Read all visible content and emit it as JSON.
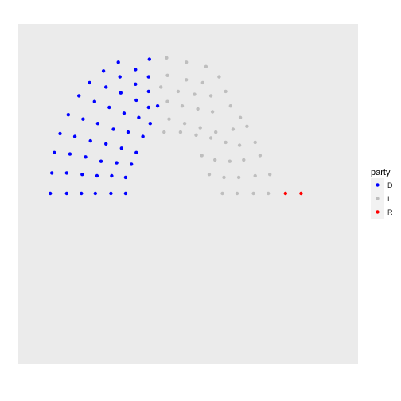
{
  "chart_data": {
    "type": "scatter",
    "title": "",
    "xlabel": "",
    "ylabel": "",
    "axes_visible": false,
    "grid": false,
    "panel_background": "#EBEBEB",
    "legend": {
      "title": "party",
      "position": "right",
      "items": [
        {
          "label": "D",
          "color": "#0000FF"
        },
        {
          "label": "I",
          "color": "#BEBEBE"
        },
        {
          "label": "R",
          "color": "#FF0000"
        }
      ]
    },
    "xlim": [
      -1.05,
      1.05
    ],
    "ylim": [
      -1.05,
      1.05
    ],
    "series": [
      {
        "name": "D",
        "color": "#0000FF",
        "points": [
          [
            -0.94,
            0.0
          ],
          [
            -0.74,
            0.0
          ],
          [
            -0.56,
            0.0
          ],
          [
            -0.39,
            0.0
          ],
          [
            -0.2,
            0.0
          ],
          [
            -0.02,
            0.0
          ],
          [
            -0.92,
            0.14
          ],
          [
            -0.74,
            0.14
          ],
          [
            -0.55,
            0.13
          ],
          [
            -0.37,
            0.12
          ],
          [
            -0.19,
            0.12
          ],
          [
            -0.02,
            0.11
          ],
          [
            -0.89,
            0.28
          ],
          [
            -0.7,
            0.27
          ],
          [
            -0.51,
            0.25
          ],
          [
            -0.32,
            0.22
          ],
          [
            -0.13,
            0.21
          ],
          [
            0.05,
            0.2
          ],
          [
            -0.82,
            0.41
          ],
          [
            -0.64,
            0.39
          ],
          [
            -0.45,
            0.36
          ],
          [
            -0.26,
            0.34
          ],
          [
            -0.07,
            0.31
          ],
          [
            0.11,
            0.28
          ],
          [
            -0.72,
            0.54
          ],
          [
            -0.54,
            0.51
          ],
          [
            -0.36,
            0.48
          ],
          [
            -0.17,
            0.44
          ],
          [
            0.01,
            0.42
          ],
          [
            0.19,
            0.39
          ],
          [
            -0.59,
            0.67
          ],
          [
            -0.4,
            0.63
          ],
          [
            -0.22,
            0.59
          ],
          [
            -0.04,
            0.55
          ],
          [
            0.14,
            0.52
          ],
          [
            0.28,
            0.48
          ],
          [
            -0.46,
            0.76
          ],
          [
            -0.26,
            0.73
          ],
          [
            -0.08,
            0.69
          ],
          [
            0.11,
            0.64
          ],
          [
            0.26,
            0.59
          ],
          [
            -0.29,
            0.84
          ],
          [
            -0.09,
            0.8
          ],
          [
            0.1,
            0.75
          ],
          [
            0.26,
            0.7
          ],
          [
            0.37,
            0.6
          ],
          [
            -0.11,
            0.9
          ],
          [
            0.1,
            0.85
          ],
          [
            0.26,
            0.8
          ],
          [
            0.27,
            0.92
          ]
        ]
      },
      {
        "name": "I",
        "color": "#BEBEBE",
        "points": [
          [
            0.48,
            0.93
          ],
          [
            0.72,
            0.9
          ],
          [
            0.96,
            0.87
          ],
          [
            0.49,
            0.81
          ],
          [
            0.72,
            0.78
          ],
          [
            0.92,
            0.76
          ],
          [
            1.12,
            0.8
          ],
          [
            0.41,
            0.73
          ],
          [
            0.62,
            0.7
          ],
          [
            0.82,
            0.68
          ],
          [
            1.02,
            0.67
          ],
          [
            1.2,
            0.7
          ],
          [
            0.49,
            0.63
          ],
          [
            0.67,
            0.6
          ],
          [
            0.86,
            0.58
          ],
          [
            1.04,
            0.56
          ],
          [
            1.26,
            0.6
          ],
          [
            1.38,
            0.52
          ],
          [
            0.51,
            0.51
          ],
          [
            0.7,
            0.48
          ],
          [
            0.89,
            0.45
          ],
          [
            1.08,
            0.42
          ],
          [
            1.29,
            0.44
          ],
          [
            1.46,
            0.46
          ],
          [
            0.45,
            0.42
          ],
          [
            0.65,
            0.42
          ],
          [
            0.84,
            0.4
          ],
          [
            1.02,
            0.38
          ],
          [
            1.2,
            0.35
          ],
          [
            1.37,
            0.33
          ],
          [
            1.56,
            0.35
          ],
          [
            0.91,
            0.26
          ],
          [
            1.07,
            0.23
          ],
          [
            1.25,
            0.22
          ],
          [
            1.42,
            0.23
          ],
          [
            1.62,
            0.26
          ],
          [
            1.0,
            0.13
          ],
          [
            1.18,
            0.11
          ],
          [
            1.36,
            0.11
          ],
          [
            1.56,
            0.12
          ],
          [
            1.74,
            0.13
          ],
          [
            1.16,
            0.0
          ],
          [
            1.34,
            0.0
          ],
          [
            1.54,
            0.0
          ],
          [
            1.72,
            0.0
          ]
        ]
      },
      {
        "name": "R",
        "color": "#FF0000",
        "points": [
          [
            1.93,
            0.0
          ],
          [
            2.12,
            0.0
          ]
        ]
      }
    ]
  }
}
